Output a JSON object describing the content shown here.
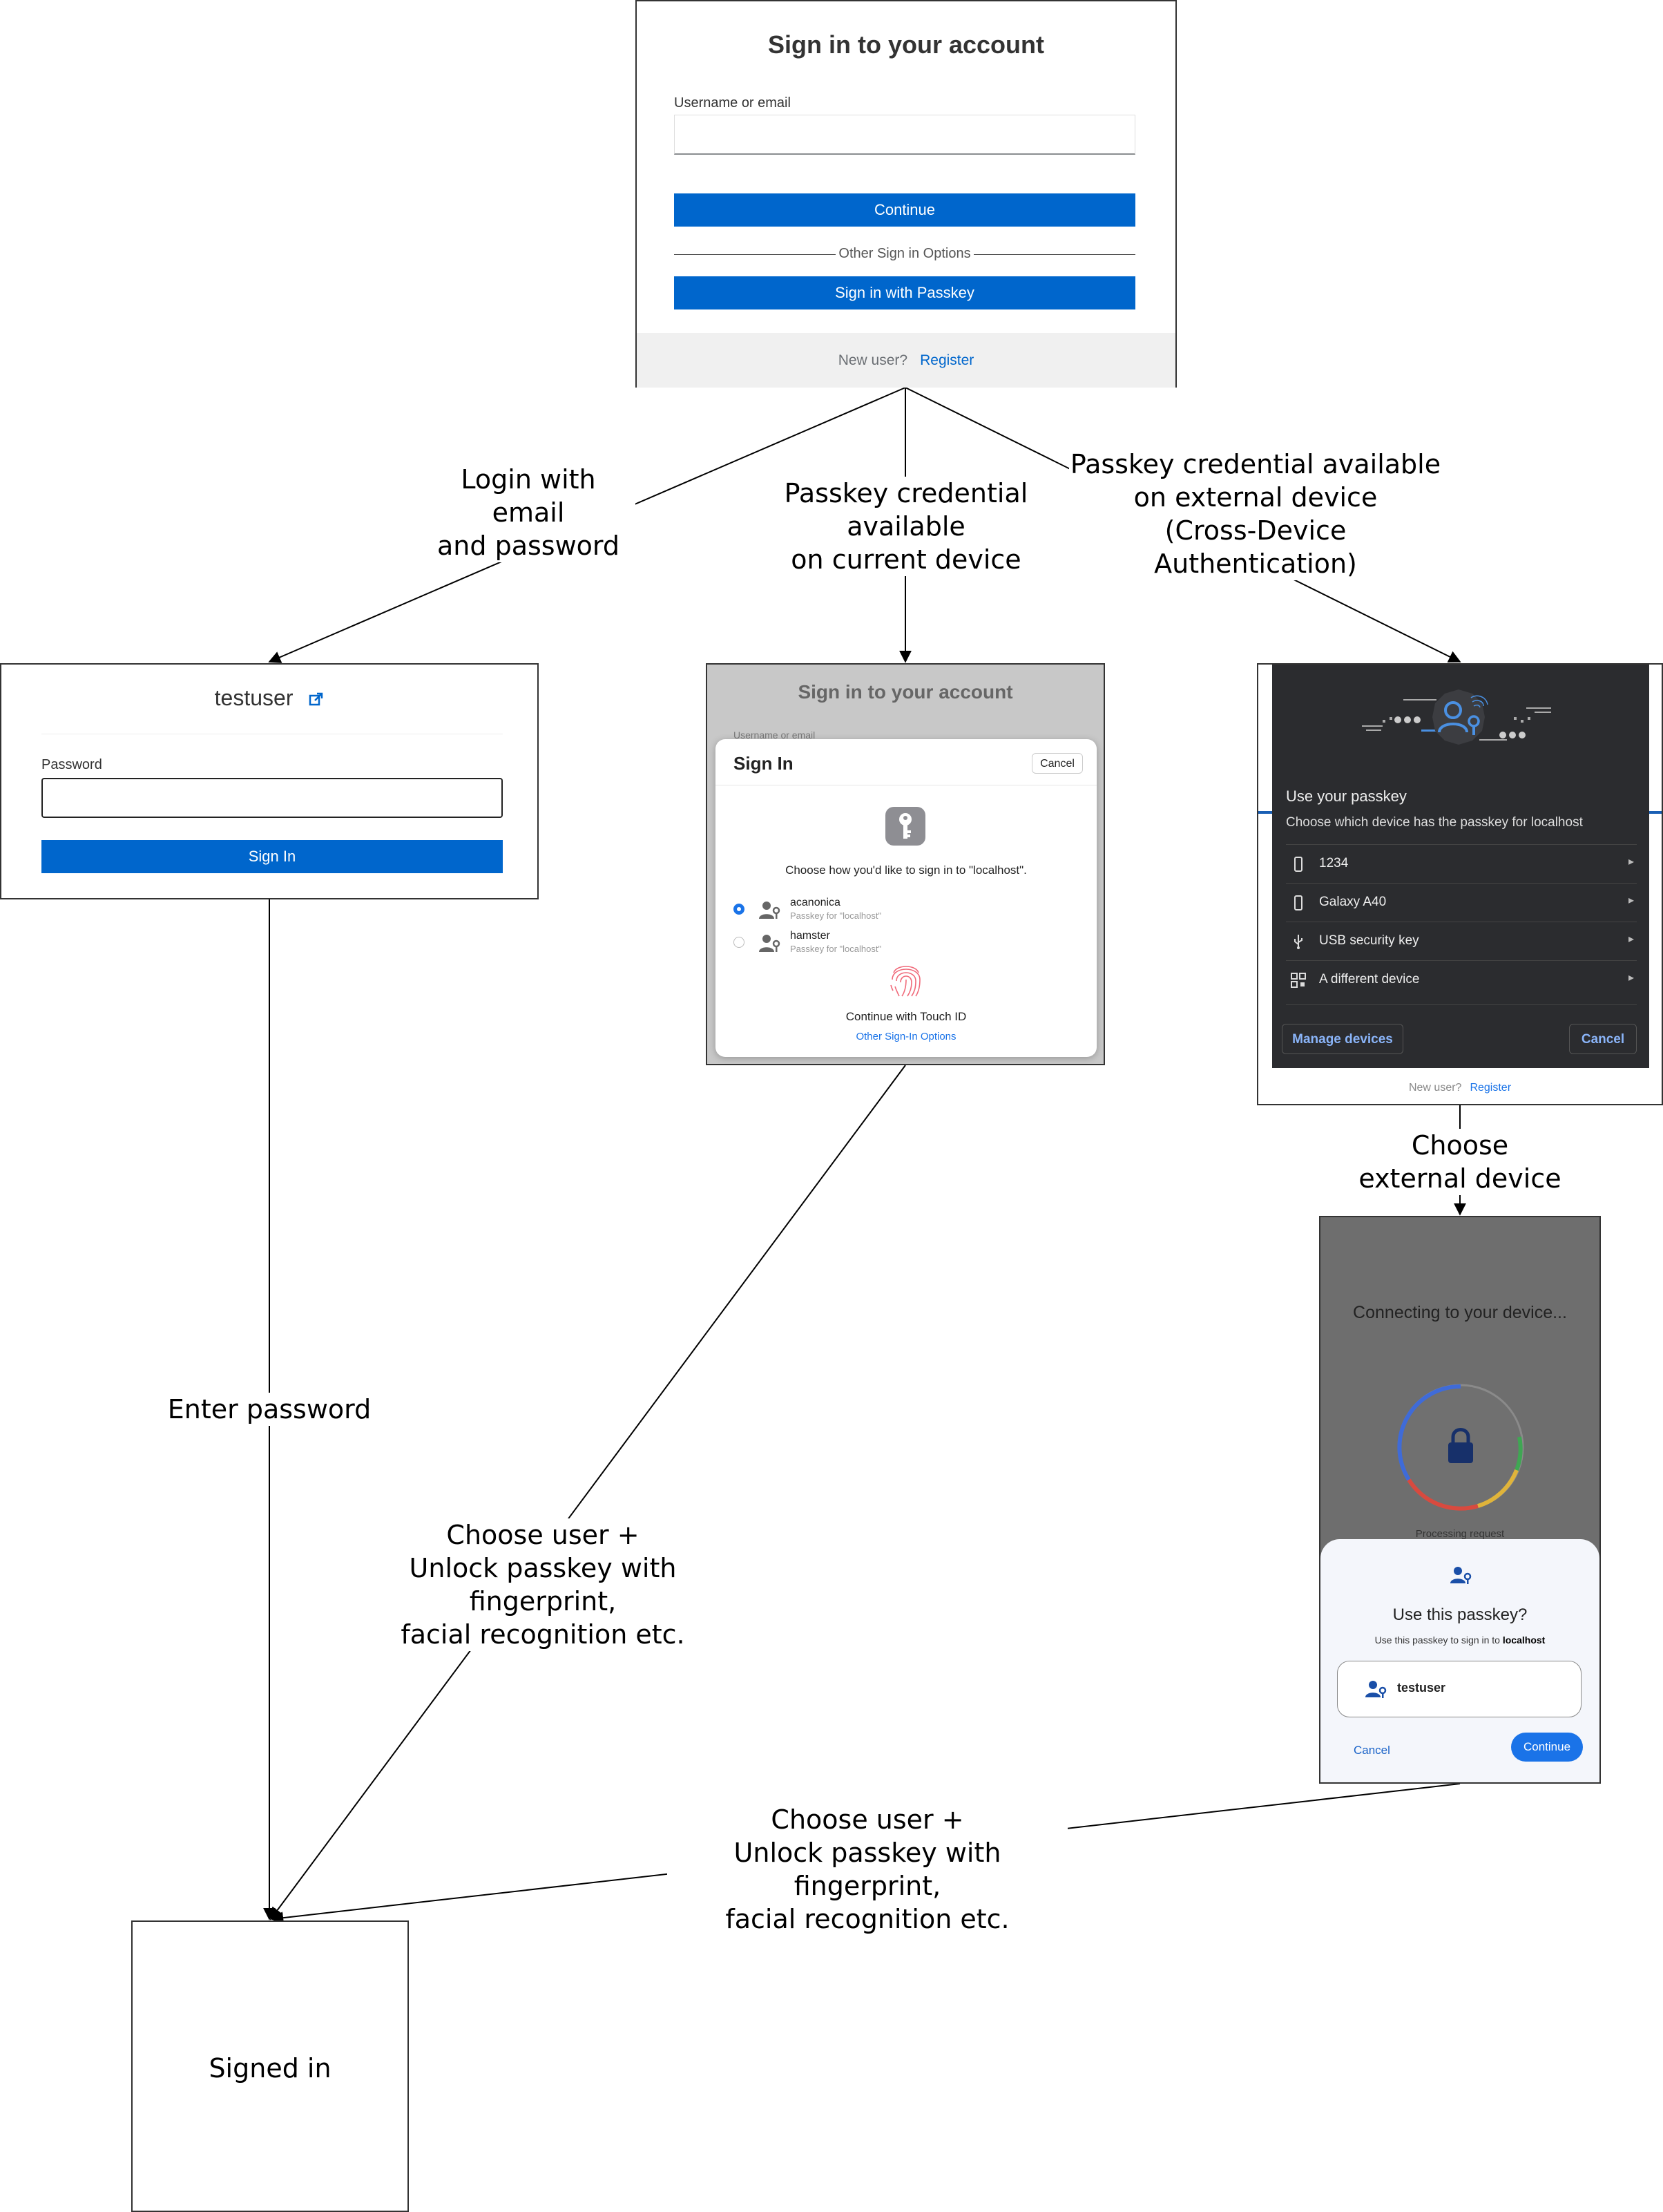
{
  "signin_panel": {
    "title": "Sign in to your account",
    "username_label": "Username or email",
    "continue_label": "Continue",
    "other_options": "Other Sign in Options",
    "passkey_button": "Sign in with Passkey",
    "new_user": "New user?",
    "register": "Register"
  },
  "password_panel": {
    "username": "testuser",
    "password_label": "Password",
    "signin_label": "Sign In"
  },
  "mac_panel": {
    "bg_title": "Sign in to your account",
    "bg_label": "Username or email",
    "dialog_title": "Sign In",
    "cancel": "Cancel",
    "question": "Choose how you'd like to sign in to \"localhost\".",
    "accounts": [
      {
        "name": "acanonica",
        "sub": "Passkey for \"localhost\"",
        "selected": true
      },
      {
        "name": "hamster",
        "sub": "Passkey for \"localhost\"",
        "selected": false
      }
    ],
    "touch_id": "Continue with Touch ID",
    "other_options": "Other Sign-In Options"
  },
  "device_panel": {
    "heading": "Use your passkey",
    "subheading": "Choose which device has the passkey for localhost",
    "devices": [
      {
        "name": "1234",
        "icon": "phone-icon"
      },
      {
        "name": "Galaxy A40",
        "icon": "phone-icon"
      },
      {
        "name": "USB security key",
        "icon": "usb-icon"
      },
      {
        "name": "A different device",
        "icon": "qr-code-icon"
      }
    ],
    "manage": "Manage devices",
    "cancel": "Cancel",
    "new_user": "New user?",
    "register": "Register"
  },
  "phone_panel": {
    "connecting": "Connecting to your device...",
    "processing": "Processing request",
    "title": "Use this passkey?",
    "subtitle": "Use this passkey to sign in to",
    "host": "localhost",
    "account": "testuser",
    "cancel": "Cancel",
    "continue": "Continue"
  },
  "signed_in": "Signed in",
  "edges": {
    "email_password": "Login with email\nand password",
    "current_device": "Passkey credential\navailable\non current device",
    "external_device": "Passkey credential available\non external device\n(Cross-Device Authentication)",
    "enter_password": "Enter password",
    "choose_external": "Choose\nexternal device",
    "unlock_local": "Choose user +\nUnlock passkey with fingerprint,\nfacial recognition etc.",
    "unlock_remote": "Choose user +\nUnlock passkey with fingerprint,\nfacial recognition etc."
  },
  "colors": {
    "primary_blue": "#0066cc",
    "dark_dialog": "#2b2c2f",
    "link_blue": "#8ab4f8"
  }
}
